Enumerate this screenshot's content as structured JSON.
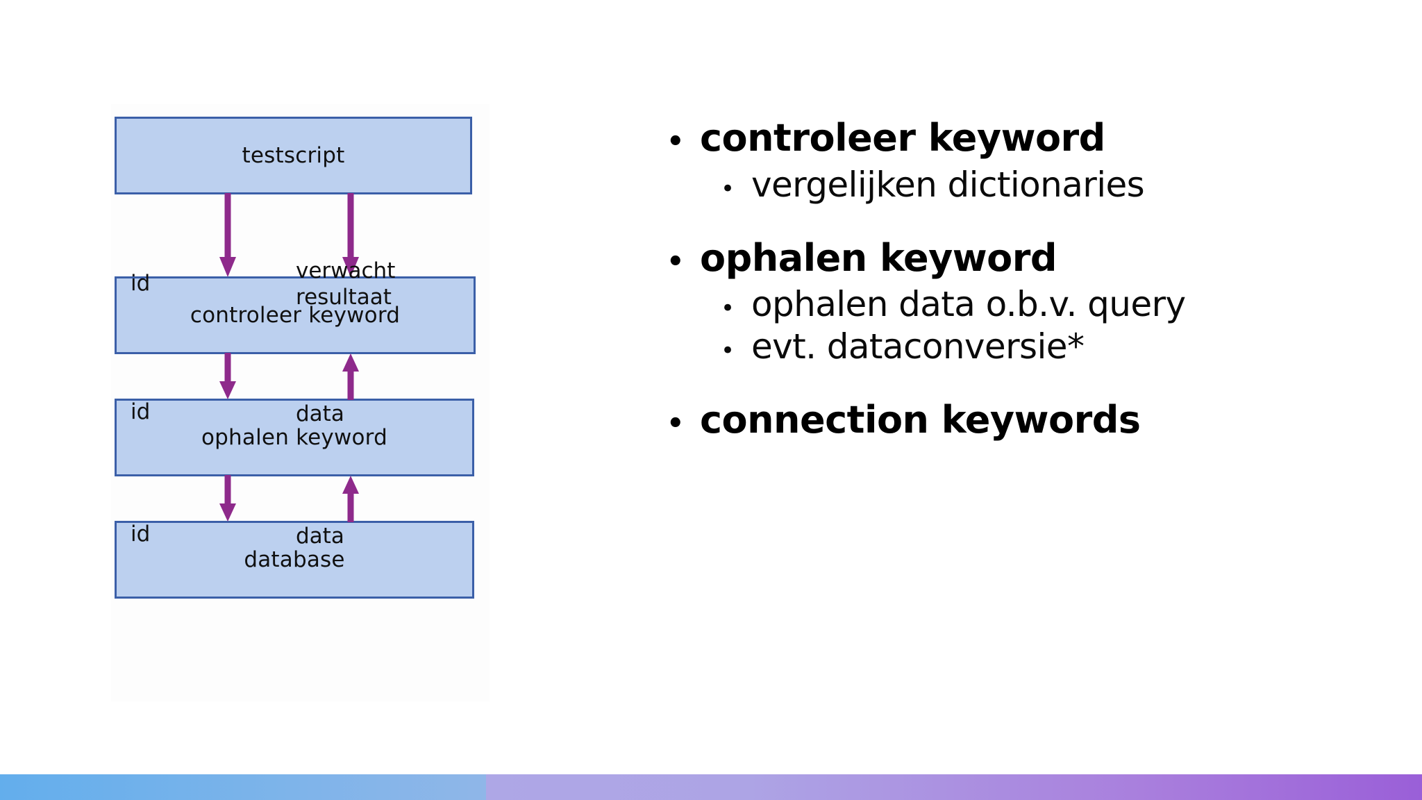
{
  "slide": {
    "background_color": "#ffffff"
  },
  "diagram": {
    "title": "testscript layered architecture",
    "box_fill_color": "#bcd0ef",
    "box_border_color": "#3b5fa8",
    "arrow_color": "#8e2a8b",
    "nodes": [
      {
        "id": "testscript",
        "label": "testscript"
      },
      {
        "id": "controleer-keyword",
        "label": "controleer keyword"
      },
      {
        "id": "ophalen-keyword",
        "label": "ophalen keyword"
      },
      {
        "id": "database",
        "label": "database"
      }
    ],
    "edges": [
      {
        "id": "id-1",
        "label": "id",
        "direction": "down",
        "from": "testscript",
        "to": "controleer-keyword",
        "side": "left"
      },
      {
        "id": "verwacht-1",
        "label": "verwacht\nresultaat",
        "direction": "down",
        "from": "testscript",
        "to": "controleer-keyword",
        "side": "right"
      },
      {
        "id": "id-2",
        "label": "id",
        "direction": "down",
        "from": "controleer-keyword",
        "to": "ophalen-keyword",
        "side": "left"
      },
      {
        "id": "data-1",
        "label": "data",
        "direction": "up",
        "from": "ophalen-keyword",
        "to": "controleer-keyword",
        "side": "right"
      },
      {
        "id": "id-3",
        "label": "id",
        "direction": "down",
        "from": "ophalen-keyword",
        "to": "database",
        "side": "left"
      },
      {
        "id": "data-2",
        "label": "data",
        "direction": "up",
        "from": "database",
        "to": "ophalen-keyword",
        "side": "right"
      }
    ],
    "edge_labels": {
      "id_1": "id",
      "verwacht_line1": "verwacht",
      "verwacht_line2": "resultaat",
      "id_2": "id",
      "data_1": "data",
      "id_3": "id",
      "data_2": "data"
    }
  },
  "bullets": {
    "marker": "•",
    "groups": [
      {
        "label": "controleer keyword",
        "children": [
          {
            "label": "vergelijken dictionaries"
          }
        ]
      },
      {
        "label": "ophalen keyword",
        "children": [
          {
            "label": "ophalen data o.b.v. query"
          },
          {
            "label": "evt. dataconversie*"
          }
        ]
      },
      {
        "label": "connection keywords",
        "children": []
      }
    ]
  },
  "bottom_bar": {
    "gradient_start_color": "#63aeec",
    "gradient_mid_color": "#aea7e6",
    "gradient_end_color": "#9a5fd8"
  }
}
